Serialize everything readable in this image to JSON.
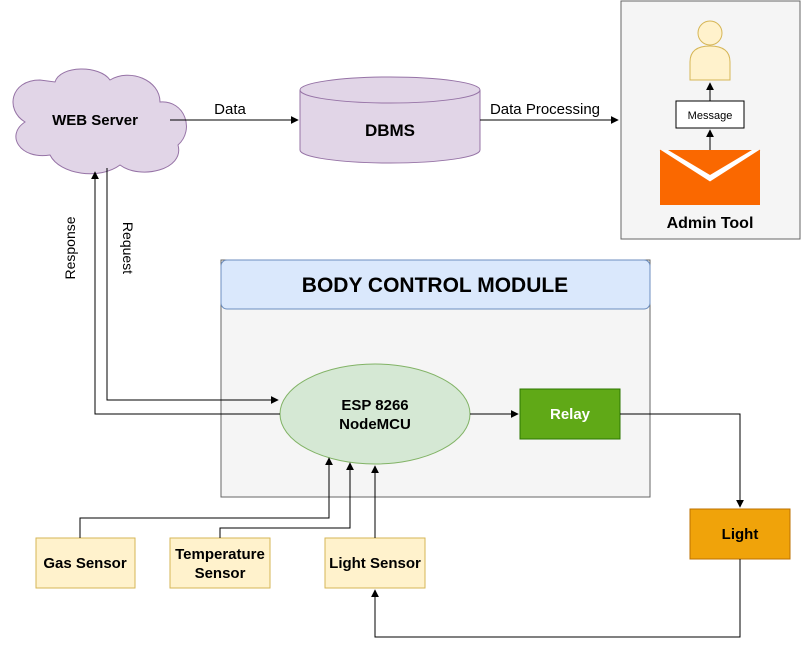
{
  "nodes": {
    "web_server": "WEB Server",
    "dbms": "DBMS",
    "admin_tool": "Admin Tool",
    "message": "Message",
    "bcm_title": "BODY CONTROL MODULE",
    "esp_line1": "ESP 8266",
    "esp_line2": "NodeMCU",
    "relay": "Relay",
    "light": "Light",
    "gas_sensor": "Gas Sensor",
    "temp_line1": "Temperature",
    "temp_line2": "Sensor",
    "light_sensor": "Light Sensor"
  },
  "edges": {
    "data": "Data",
    "data_processing": "Data Processing",
    "response": "Response",
    "request": "Request"
  },
  "colors": {
    "cloud_fill": "#e1d5e7",
    "cloud_stroke": "#9673a6",
    "bcm_header": "#dae8fc",
    "bcm_header_stroke": "#6c8ebf",
    "panel_fill": "#f5f5f5",
    "panel_stroke": "#666666",
    "esp_fill": "#d5e8d4",
    "esp_stroke": "#82b366",
    "relay_fill": "#60a917",
    "light_fill": "#f0a30a",
    "sensor_fill": "#fff2cc",
    "sensor_stroke": "#d6b656",
    "mail_fill": "#fa6800"
  }
}
